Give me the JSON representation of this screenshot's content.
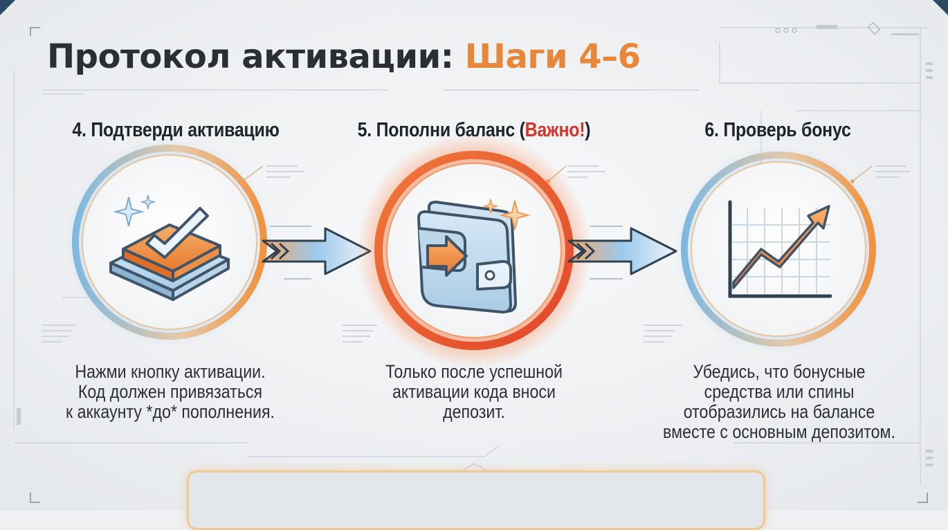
{
  "header": {
    "title_main": "Протокол активации:",
    "title_accent": "Шаги 4–6"
  },
  "steps": [
    {
      "title": "4. Подтверди активацию",
      "desc_lines": [
        "Нажми кнопку активации.",
        "Код должен привязаться",
        "к аккаунту *до* пополнения."
      ]
    },
    {
      "title_prefix": "5. Пополни баланс (",
      "title_highlight": "Важно!",
      "title_suffix": ")",
      "desc_lines": [
        "Только после успешной",
        "активации кода вноси",
        "депозит."
      ]
    },
    {
      "title": "6. Проверь бонус",
      "desc_lines": [
        "Убедись, что бонусные",
        "средства или спины",
        "отобразились на балансе",
        "вместе с основным депозитом."
      ]
    }
  ],
  "colors": {
    "orange": "#e8873a",
    "blue": "#7fb4d8",
    "red": "#e84b2c",
    "dark": "#2a2f36"
  }
}
